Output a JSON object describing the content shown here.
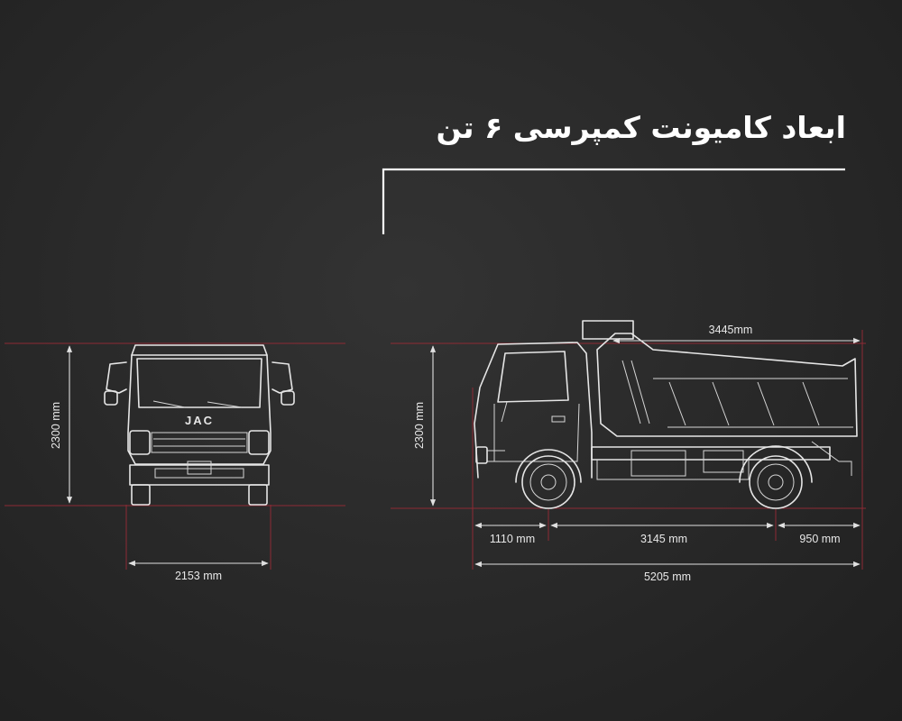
{
  "title": "ابعاد کامیونت کمپرسی ۶ تن",
  "logo_text": "JAC",
  "dimensions": {
    "front_height": "2300 mm",
    "front_width": "2153 mm",
    "side_height": "2300 mm",
    "body_length": "3445mm",
    "front_overhang": "1110 mm",
    "wheelbase": "3145 mm",
    "rear_overhang": "950 mm",
    "total_length": "5205 mm"
  },
  "colors": {
    "background": "#2a2a2a",
    "guide_lines": "#8e2a34",
    "drawing": "#e6e6e6"
  }
}
